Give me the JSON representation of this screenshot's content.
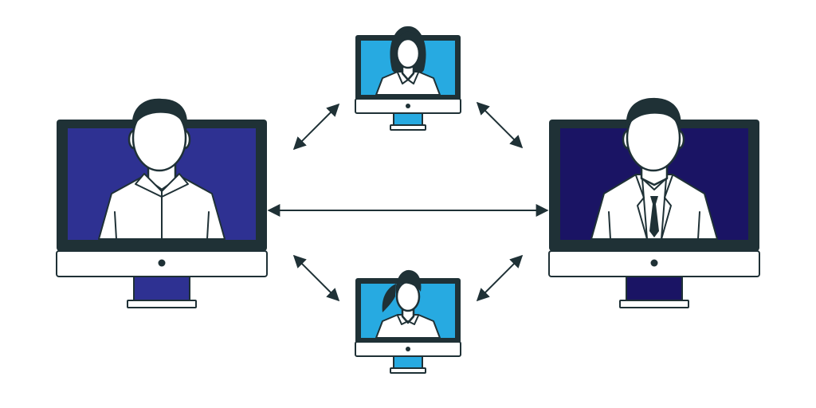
{
  "colors": {
    "outline": "#1f3136",
    "screen_left": "#2e3192",
    "screen_right": "#1a1464",
    "screen_small": "#27aae1",
    "background": "#ffffff"
  },
  "nodes": [
    {
      "id": "left-monitor",
      "figure": "man-shirt",
      "screen_color": "#2e3192"
    },
    {
      "id": "right-monitor",
      "figure": "man-suit-tie",
      "screen_color": "#1a1464"
    },
    {
      "id": "top-monitor",
      "figure": "woman-long-hair",
      "screen_color": "#27aae1"
    },
    {
      "id": "bottom-monitor",
      "figure": "woman-ponytail",
      "screen_color": "#27aae1"
    }
  ],
  "connections": [
    {
      "from": "left-monitor",
      "to": "right-monitor",
      "style": "double-arrow"
    },
    {
      "from": "left-monitor",
      "to": "top-monitor",
      "style": "double-arrow"
    },
    {
      "from": "left-monitor",
      "to": "bottom-monitor",
      "style": "double-arrow"
    },
    {
      "from": "right-monitor",
      "to": "top-monitor",
      "style": "double-arrow"
    },
    {
      "from": "right-monitor",
      "to": "bottom-monitor",
      "style": "double-arrow"
    }
  ]
}
